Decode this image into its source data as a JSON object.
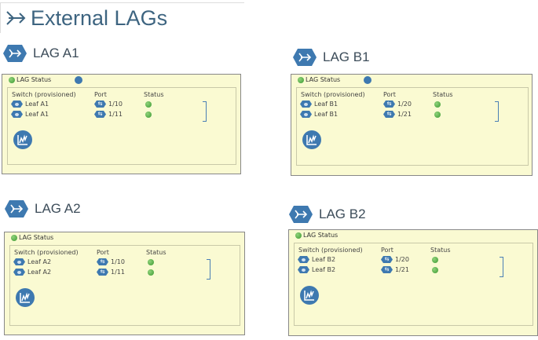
{
  "page": {
    "title": "External LAGs",
    "title_icon": "arrow-merge-icon"
  },
  "colors": {
    "accent": "#3e79b0",
    "panel": "#fafad2",
    "status_ok": "#4caf50"
  },
  "labels": {
    "lag_status": "LAG Status",
    "col_switch": "Switch (provisioned)",
    "col_port": "Port",
    "col_status": "Status"
  },
  "lags": [
    {
      "name": "LAG A1",
      "rows": [
        {
          "switch": "Leaf A1",
          "port": "1/10",
          "status": "up"
        },
        {
          "switch": "Leaf A1",
          "port": "1/11",
          "status": "up"
        }
      ],
      "info_icon": true
    },
    {
      "name": "LAG B1",
      "rows": [
        {
          "switch": "Leaf B1",
          "port": "1/20",
          "status": "up"
        },
        {
          "switch": "Leaf B1",
          "port": "1/21",
          "status": "up"
        }
      ],
      "info_icon": true
    },
    {
      "name": "LAG A2",
      "rows": [
        {
          "switch": "Leaf A2",
          "port": "1/10",
          "status": "up"
        },
        {
          "switch": "Leaf A2",
          "port": "1/11",
          "status": "up"
        }
      ],
      "info_icon": false
    },
    {
      "name": "LAG B2",
      "rows": [
        {
          "switch": "Leaf B2",
          "port": "1/20",
          "status": "up"
        },
        {
          "switch": "Leaf B2",
          "port": "1/21",
          "status": "up"
        }
      ],
      "info_icon": false
    }
  ]
}
